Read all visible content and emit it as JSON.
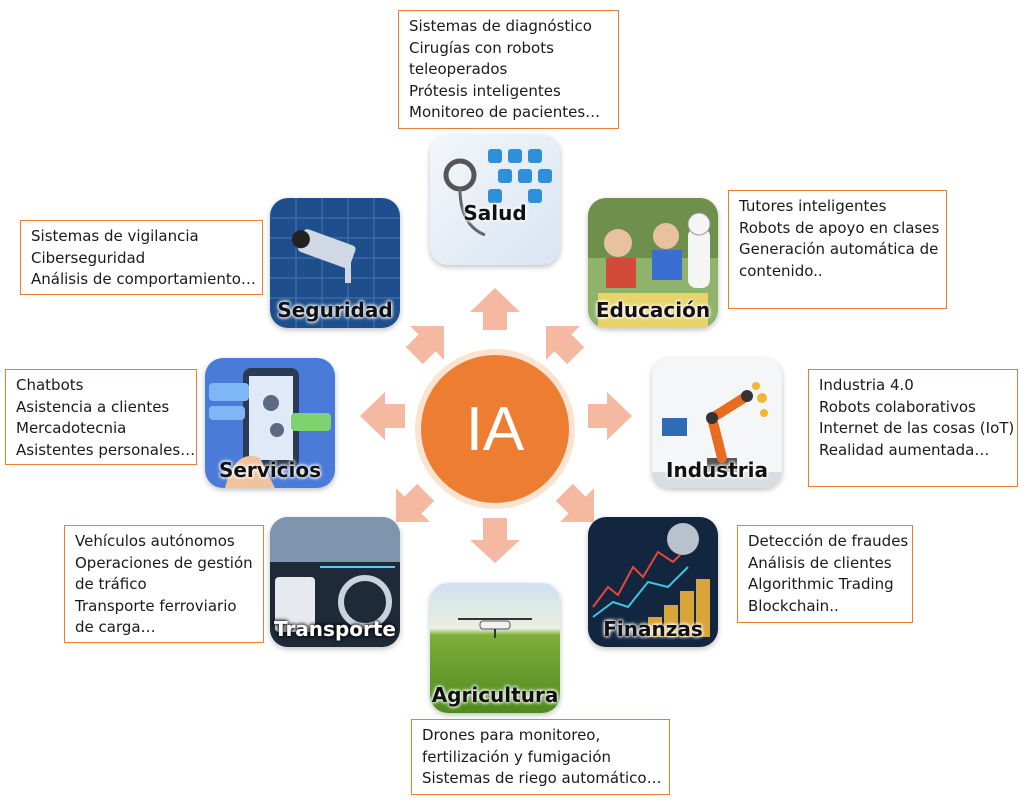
{
  "center": {
    "label": "IA"
  },
  "sectors": [
    {
      "id": "salud",
      "title": "Salud",
      "items": [
        "Sistemas de diagnóstico",
        "Cirugías con robots",
        "teleoperados",
        "Prótesis inteligentes",
        "Monitoreo de pacientes…"
      ]
    },
    {
      "id": "educacion",
      "title": "Educación",
      "items": [
        "Tutores inteligentes",
        "Robots de apoyo en clases",
        "Generación automática de",
        "contenido.."
      ]
    },
    {
      "id": "industria",
      "title": "Industria",
      "items": [
        "Industria 4.0",
        "Robots colaborativos",
        "Internet de las cosas (IoT)",
        "Realidad aumentada…"
      ]
    },
    {
      "id": "finanzas",
      "title": "Finanzas",
      "items": [
        "Detección de fraudes",
        "Análisis de clientes",
        "Algorithmic Trading",
        "Blockchain.."
      ]
    },
    {
      "id": "agricultura",
      "title": "Agricultura",
      "items": [
        "Drones para monitoreo,",
        "fertilización y fumigación",
        "Sistemas de riego automático…"
      ]
    },
    {
      "id": "transporte",
      "title": "Transporte",
      "items": [
        "Vehículos autónomos",
        "Operaciones de gestión",
        "de tráfico",
        "Transporte ferroviario",
        "de carga…"
      ]
    },
    {
      "id": "servicios",
      "title": "Servicios",
      "items": [
        "Chatbots",
        "Asistencia a clientes",
        "Mercadotecnia",
        "Asistentes personales…"
      ]
    },
    {
      "id": "seguridad",
      "title": "Seguridad",
      "items": [
        "Sistemas de vigilancia",
        "Ciberseguridad",
        "Análisis de comportamiento…"
      ]
    }
  ],
  "colors": {
    "accent": "#ed7d31",
    "arrow": "#f4b9a0",
    "border": "#ed7d31"
  }
}
